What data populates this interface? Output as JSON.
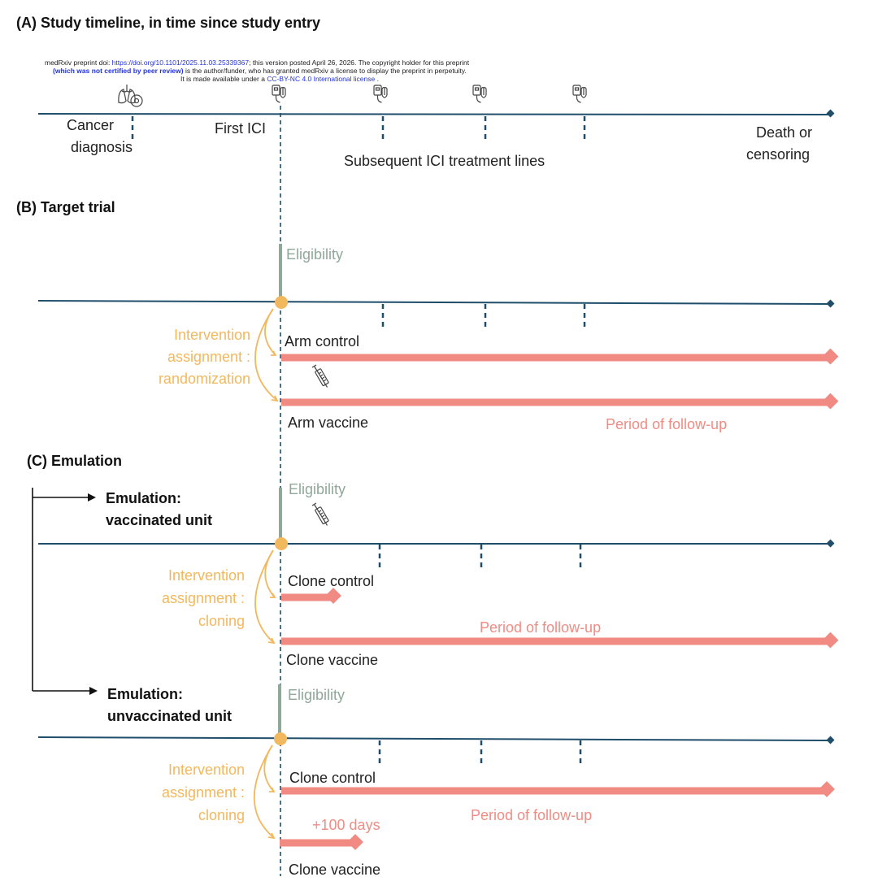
{
  "notice": {
    "line1_pre": "medRxiv preprint doi: ",
    "line1_link": "https://doi.org/10.1101/2025.11.03.25339367",
    "line1_post": "; this version posted April 26, 2026. The copyright holder for this preprint",
    "line2_bold": "(which was not certified by peer review)",
    "line2_post": " is the author/funder, who has granted medRxiv a license to display the preprint in perpetuity.",
    "line3_pre": "It is made available under a ",
    "line3_link": "CC-BY-NC 4.0 International license",
    "line3_post": " ."
  },
  "panel_a": {
    "title": "(A) Study timeline, in time since study entry",
    "cancer_diagnosis": [
      "Cancer",
      "diagnosis"
    ],
    "first_ici": "First ICI",
    "subsequent": "Subsequent ICI treatment lines",
    "end": [
      "Death or",
      "censoring"
    ]
  },
  "panel_b": {
    "title": "(B) Target trial",
    "eligibility": "Eligibility",
    "assignment": [
      "Intervention",
      "assignment :",
      "randomization"
    ],
    "arm_control": "Arm control",
    "arm_vaccine": "Arm vaccine",
    "follow_up": "Period of follow-up"
  },
  "panel_c": {
    "title": "(C) Emulation",
    "unit1": [
      "Emulation:",
      "vaccinated unit"
    ],
    "unit2": [
      "Emulation:",
      "unvaccinated unit"
    ],
    "eligibility": "Eligibility",
    "assignment": [
      "Intervention",
      "assignment :",
      "cloning"
    ],
    "clone_control": "Clone control",
    "clone_vaccine": "Clone vaccine",
    "follow_up": "Period of follow-up",
    "plus_100": "+100 days"
  },
  "icons": [
    "lungs-icon",
    "infusion-icon",
    "syringe-icon"
  ],
  "colors": {
    "axis": "#1F4E6B",
    "follow_up_bar": "#F08A82",
    "assignment": "#F2B85E",
    "eligibility": "#8FA89A"
  }
}
